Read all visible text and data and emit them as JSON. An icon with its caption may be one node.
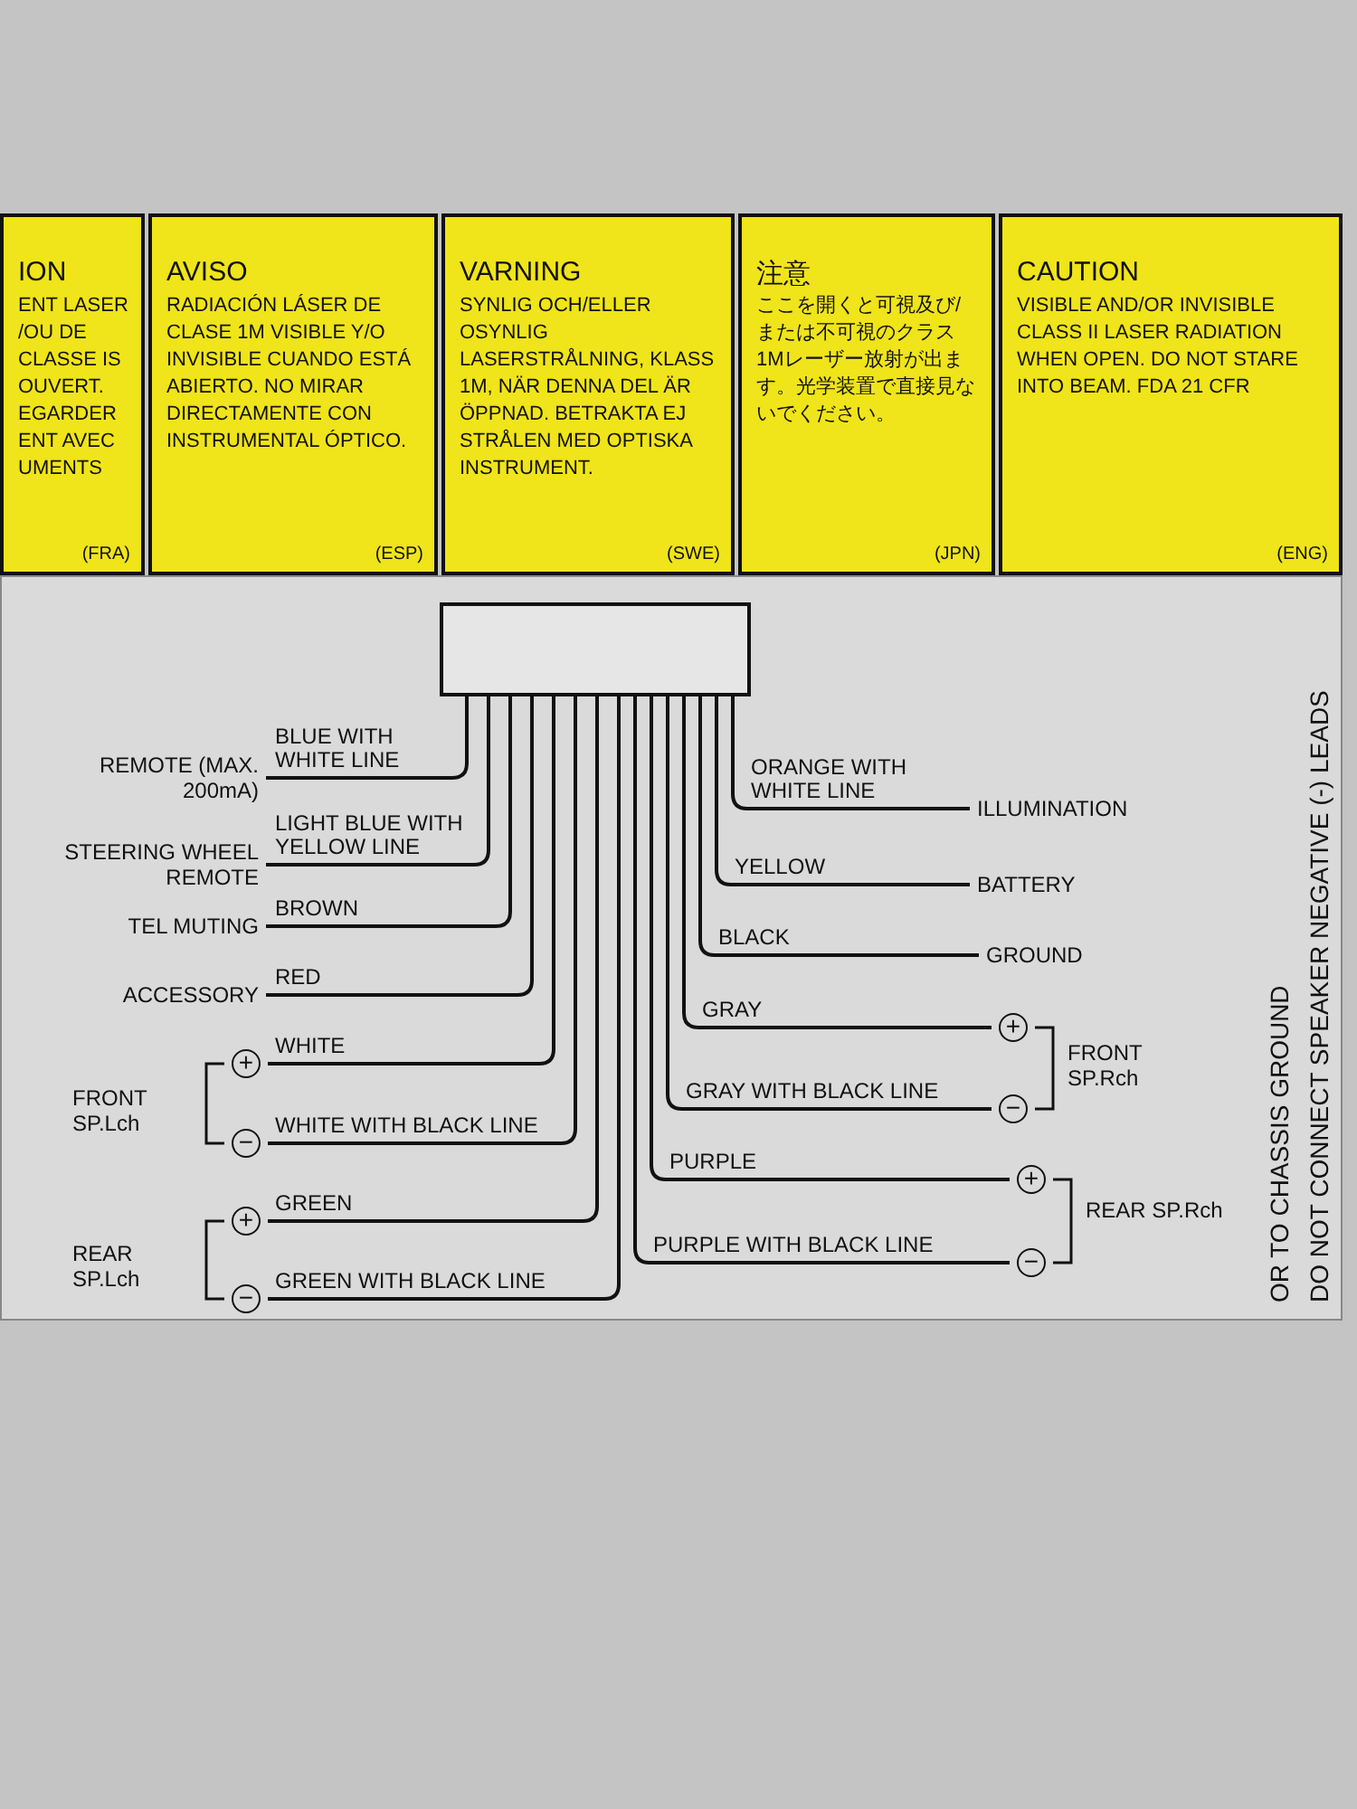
{
  "diagram": {
    "nodes": [
      {
        "text": [
          "ION",
          "ENT LASER /OU DE CLASSE IS OUVERT. EGARDER ENT AVEC UMENTS",
          "(FRA)"
        ]
      },
      {
        "text": [
          "AVISO",
          "RADIACIÓN LÁSER DE CLASE 1M VISIBLE Y/O INVISIBLE CUANDO ESTÁ ABIERTO. NO MIRAR DIRECTAMENTE CON INSTRUMENTAL ÓPTICO.",
          "(ESP)"
        ]
      },
      {
        "text": [
          "VARNING",
          "SYNLIG OCH/ELLER OSYNLIG LASERSTRÅLNING, KLASS 1M, NÄR DENNA DEL ÄR ÖPPNAD. BETRAKTA EJ STRÅLEN MED OPTISKA INSTRUMENT.",
          "(SWE)"
        ]
      },
      {
        "text": [
          "注意",
          "ここを開くと可視及び/または不可視のクラス1Mレーザー放射が出ます。光学装置で直接見ないでください。",
          "(JPN)"
        ]
      },
      {
        "text": [
          "CAUTION",
          "VISIBLE AND/OR INVISIBLE CLASS II LASER RADIATION WHEN OPEN. DO NOT STARE INTO BEAM. FDA 21 CFR",
          "(ENG)"
        ]
      },
      {
        "text": [],
        "shape": "box"
      },
      {
        "text": [
          "REMOTE (MAX. 200mA)"
        ]
      },
      {
        "text": [
          "STEERING WHEEL REMOTE"
        ]
      },
      {
        "text": [
          "TEL MUTING"
        ]
      },
      {
        "text": [
          "ACCESSORY"
        ]
      },
      {
        "text": [
          "+"
        ]
      },
      {
        "text": [
          "−"
        ]
      },
      {
        "text": [
          "+"
        ]
      },
      {
        "text": [
          "−"
        ]
      },
      {
        "text": [
          "ILLUMINATION"
        ]
      },
      {
        "text": [
          "BATTERY"
        ]
      },
      {
        "text": [
          "GROUND"
        ]
      },
      {
        "text": [
          "+"
        ]
      },
      {
        "text": [
          "−"
        ]
      },
      {
        "text": [
          "+"
        ]
      },
      {
        "text": [
          "−"
        ]
      }
    ],
    "edges": [
      {
        "from": 5,
        "to": 6,
        "arrow": "none",
        "label": "BLUE WITH WHITE LINE"
      },
      {
        "from": 5,
        "to": 7,
        "arrow": "none",
        "label": "LIGHT BLUE WITH YELLOW LINE"
      },
      {
        "from": 5,
        "to": 8,
        "arrow": "none",
        "label": "BROWN"
      },
      {
        "from": 5,
        "to": 9,
        "arrow": "none",
        "label": "RED"
      },
      {
        "from": 5,
        "to": 10,
        "arrow": "none",
        "label": "WHITE"
      },
      {
        "from": 5,
        "to": 11,
        "arrow": "none",
        "label": "WHITE WITH BLACK LINE"
      },
      {
        "from": 5,
        "to": 12,
        "arrow": "none",
        "label": "GREEN"
      },
      {
        "from": 5,
        "to": 13,
        "arrow": "none",
        "label": "GREEN WITH BLACK LINE"
      },
      {
        "from": 5,
        "to": 14,
        "arrow": "none",
        "label": "ORANGE WITH WHITE LINE"
      },
      {
        "from": 5,
        "to": 15,
        "arrow": "none",
        "label": "YELLOW"
      },
      {
        "from": 5,
        "to": 16,
        "arrow": "none",
        "label": "BLACK"
      },
      {
        "from": 5,
        "to": 17,
        "arrow": "none",
        "label": "GRAY"
      },
      {
        "from": 5,
        "to": 18,
        "arrow": "none",
        "label": "GRAY WITH BLACK LINE"
      },
      {
        "from": 5,
        "to": 19,
        "arrow": "none",
        "label": "PURPLE"
      },
      {
        "from": 5,
        "to": 20,
        "arrow": "none",
        "label": "PURPLE WITH BLACK LINE"
      }
    ],
    "labels": [
      "FRONT SP.Lch",
      "REAR SP.Lch",
      "FRONT SP.Rch",
      "REAR SP.Rch",
      "DO NOT CONNECT SPEAKER NEGATIVE (-) LEADS",
      "OR TO CHASSIS GROUND"
    ]
  }
}
